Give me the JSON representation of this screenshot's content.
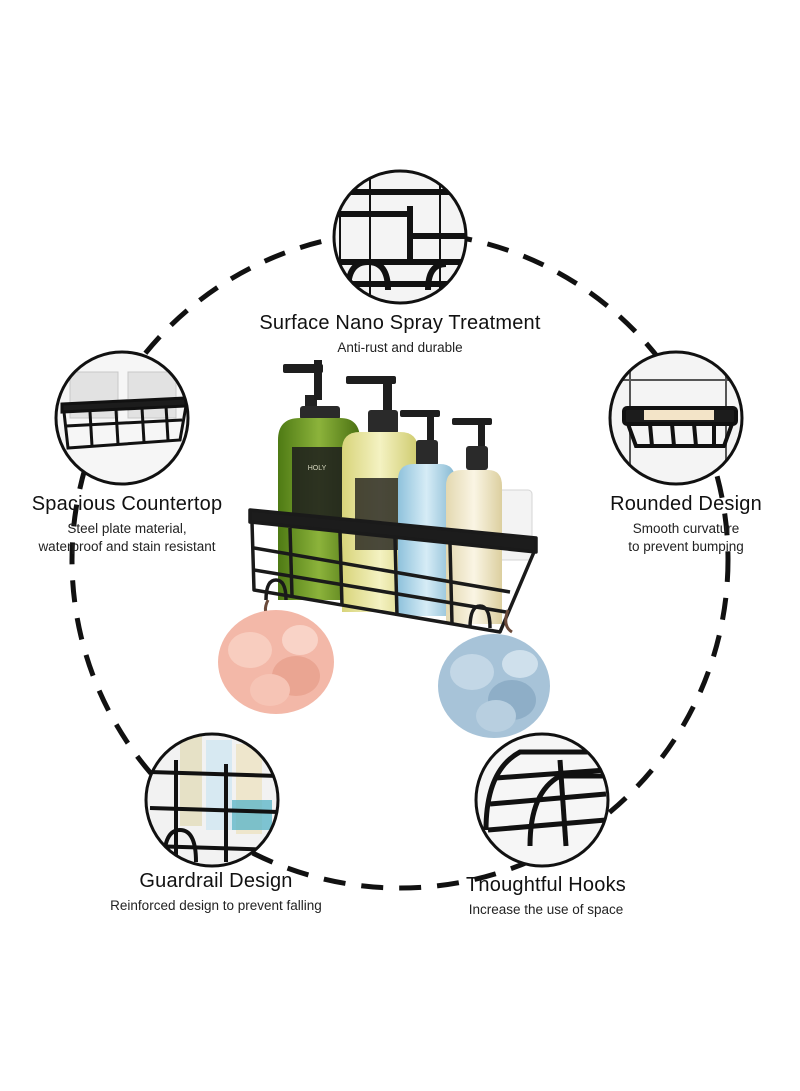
{
  "features": [
    {
      "title": "Surface Nano Spray Treatment",
      "subtitle_lines": [
        "Anti-rust and durable"
      ]
    },
    {
      "title": "Spacious Countertop",
      "subtitle_lines": [
        "Steel plate material,",
        "waterproof and stain resistant"
      ]
    },
    {
      "title": "Rounded Design",
      "subtitle_lines": [
        "Smooth curvature",
        "to prevent bumping"
      ]
    },
    {
      "title": "Guardrail Design",
      "subtitle_lines": [
        "Reinforced design to prevent falling"
      ]
    },
    {
      "title": "Thoughtful Hooks",
      "subtitle_lines": [
        "Increase the use of space"
      ]
    }
  ],
  "colors": {
    "metal": "#1c1c1c",
    "bottle_green": "#5f8a1e",
    "bottle_yellow": "#e6e29a",
    "bottle_blue": "#a9d3e8",
    "bottle_cream": "#efe6c8",
    "pouf_pink": "#f2b6a6",
    "pouf_blue": "#a7c3d8"
  }
}
